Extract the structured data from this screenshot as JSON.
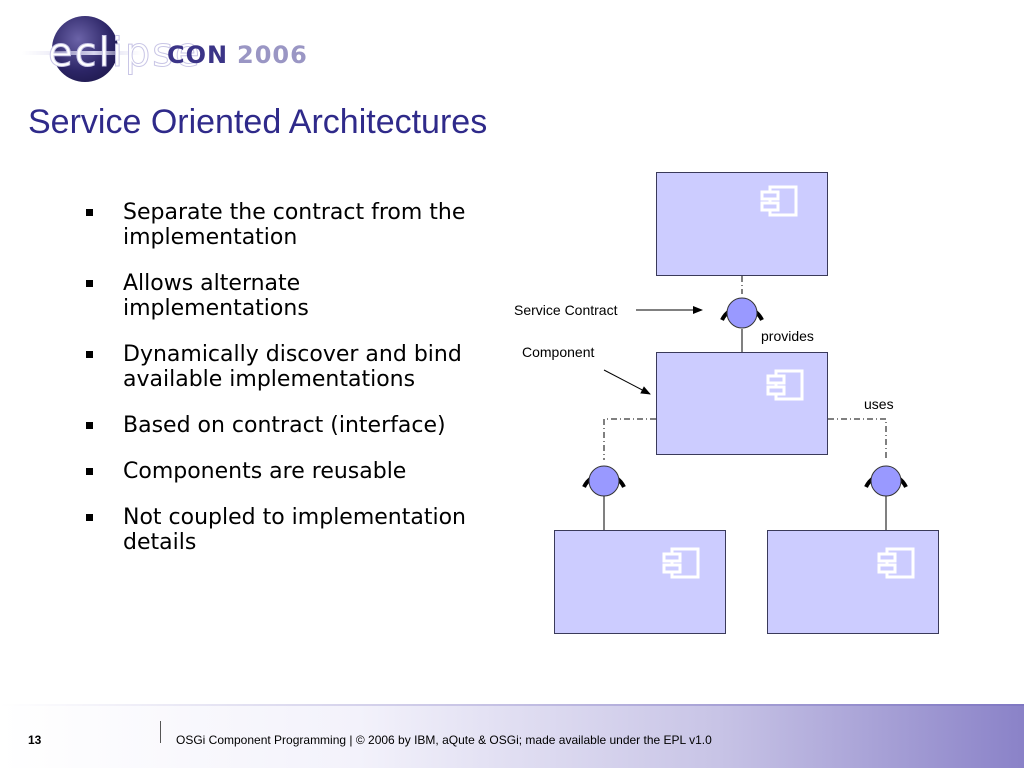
{
  "header": {
    "logo_word": "eclipse",
    "logo_con": "CON",
    "logo_year": "2006"
  },
  "title": "Service Oriented Architectures",
  "bullets": [
    "Separate the contract from the implementation",
    "Allows alternate implementations",
    "Dynamically discover and bind available implementations",
    "Based on contract (interface)",
    "Components are reusable",
    "Not coupled to implementation details"
  ],
  "diagram": {
    "labels": {
      "service_contract": "Service Contract",
      "component": "Component",
      "provides": "provides",
      "uses": "uses"
    },
    "colors": {
      "box_fill": "#ccccff",
      "service_ball": "#9999ff",
      "title": "#2f2a8a"
    }
  },
  "footer": {
    "page_number": "13",
    "text": "OSGi Component Programming  | © 2006 by IBM, aQute & OSGi; made available under the EPL v1.0"
  }
}
